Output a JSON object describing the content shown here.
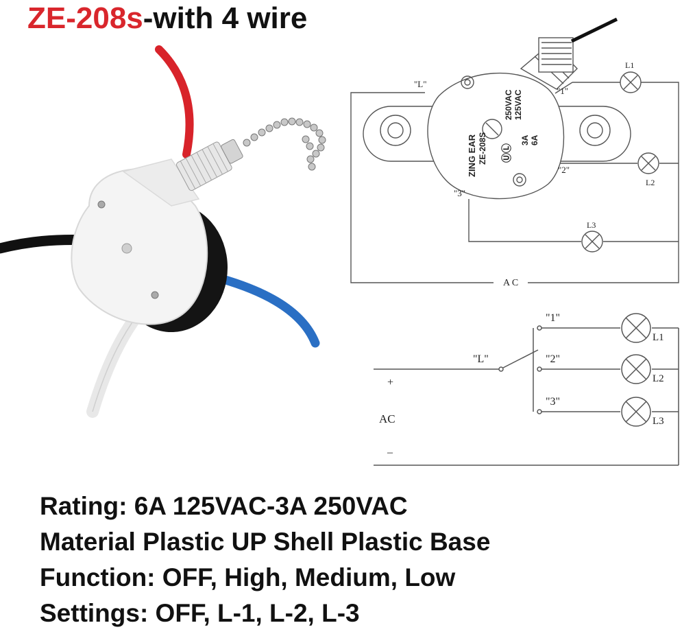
{
  "title": {
    "model": "ZE-208s",
    "rest": "-with 4 wire"
  },
  "colors": {
    "accent": "#d9262c",
    "wire_red": "#d8232a",
    "wire_black": "#111111",
    "wire_blue": "#2a6fc4",
    "wire_white": "#eeeeee",
    "housing": "#f6f6f6"
  },
  "top_diagram": {
    "terminal_L": "\"L\"",
    "terminal_1": "\"1\"",
    "terminal_2": "\"2\"",
    "terminal_3": "\"3\"",
    "lamp_1": "L1",
    "lamp_2": "L2",
    "lamp_3": "L3",
    "ac": "A C",
    "marking_brand": "ZING EAR",
    "marking_model": "ZE-208S",
    "marking_v1": "250VAC",
    "marking_v2": "125VAC",
    "marking_a1": "3A",
    "marking_a2": "6A"
  },
  "bottom_diagram": {
    "terminal_1": "\"1\"",
    "terminal_2": "\"2\"",
    "terminal_3": "\"3\"",
    "terminal_L": "\"L\"",
    "lamp_1": "L1",
    "lamp_2": "L2",
    "lamp_3": "L3",
    "plus": "+",
    "ac": "AC",
    "minus": "–"
  },
  "specs": [
    "Rating: 6A 125VAC-3A 250VAC",
    "Material Plastic UP Shell Plastic Base",
    "Function: OFF, High, Medium, Low",
    "Settings: OFF, L-1, L-2, L-3"
  ]
}
